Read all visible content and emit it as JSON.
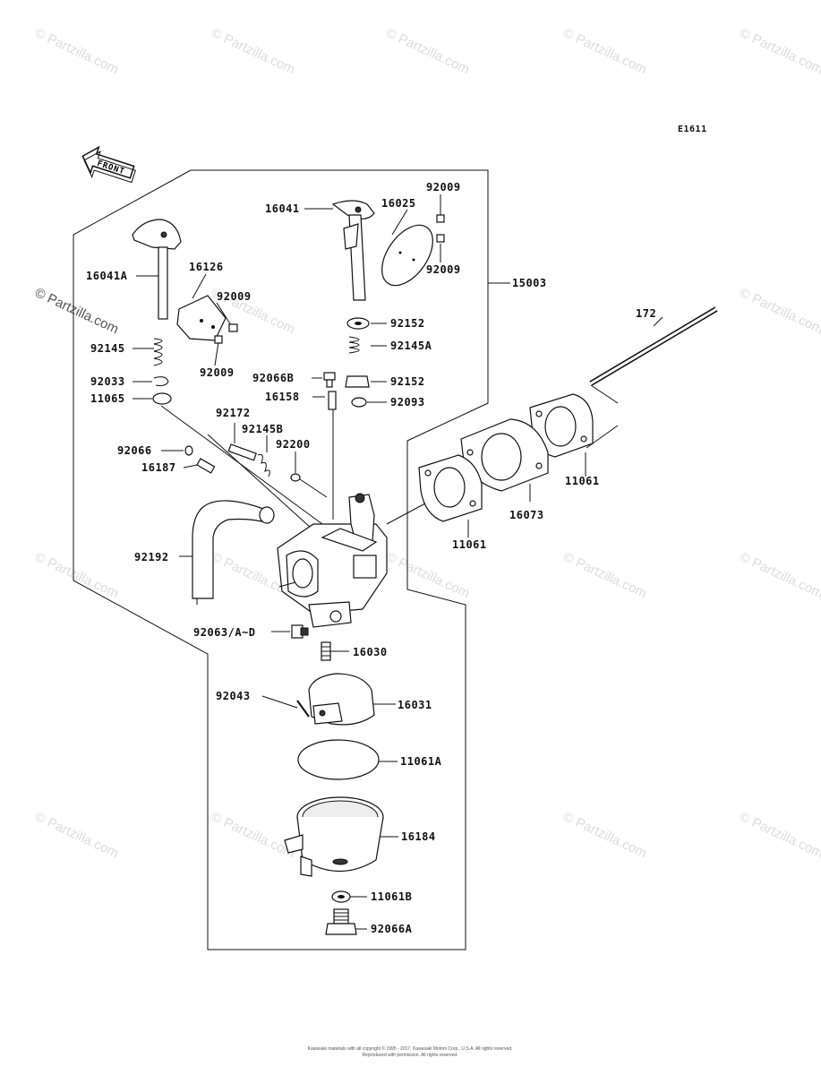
{
  "diagram_code": "E1611",
  "front_label": "FRONT",
  "watermark": "© Partzilla.com",
  "labels": {
    "p16041": "16041",
    "p16025": "16025",
    "p92009_a": "92009",
    "p92009_b": "92009",
    "p15003": "15003",
    "p16041A": "16041A",
    "p16126": "16126",
    "p92009_c": "92009",
    "p92009_d": "92009",
    "p92145": "92145",
    "p92033": "92033",
    "p11065": "11065",
    "p92152_a": "92152",
    "p92145A": "92145A",
    "p92066B": "92066B",
    "p92152_b": "92152",
    "p16158": "16158",
    "p92093": "92093",
    "p172": "172",
    "p92172": "92172",
    "p92145B": "92145B",
    "p92200": "92200",
    "p92066": "92066",
    "p16187": "16187",
    "p11061_a": "11061",
    "p16073": "16073",
    "p11061_b": "11061",
    "p92192": "92192",
    "p92063": "92063/A~D",
    "p16030": "16030",
    "p92043": "92043",
    "p16031": "16031",
    "p11061A": "11061A",
    "p16184": "16184",
    "p11061B": "11061B",
    "p92066A": "92066A"
  },
  "footer": {
    "line1": "Kawasaki materials with all copyright © 1995 - 2017, Kawasaki Motors Corp., U.S.A. All rights reserved.",
    "line2": "Reproduced with permission. All rights reserved."
  }
}
